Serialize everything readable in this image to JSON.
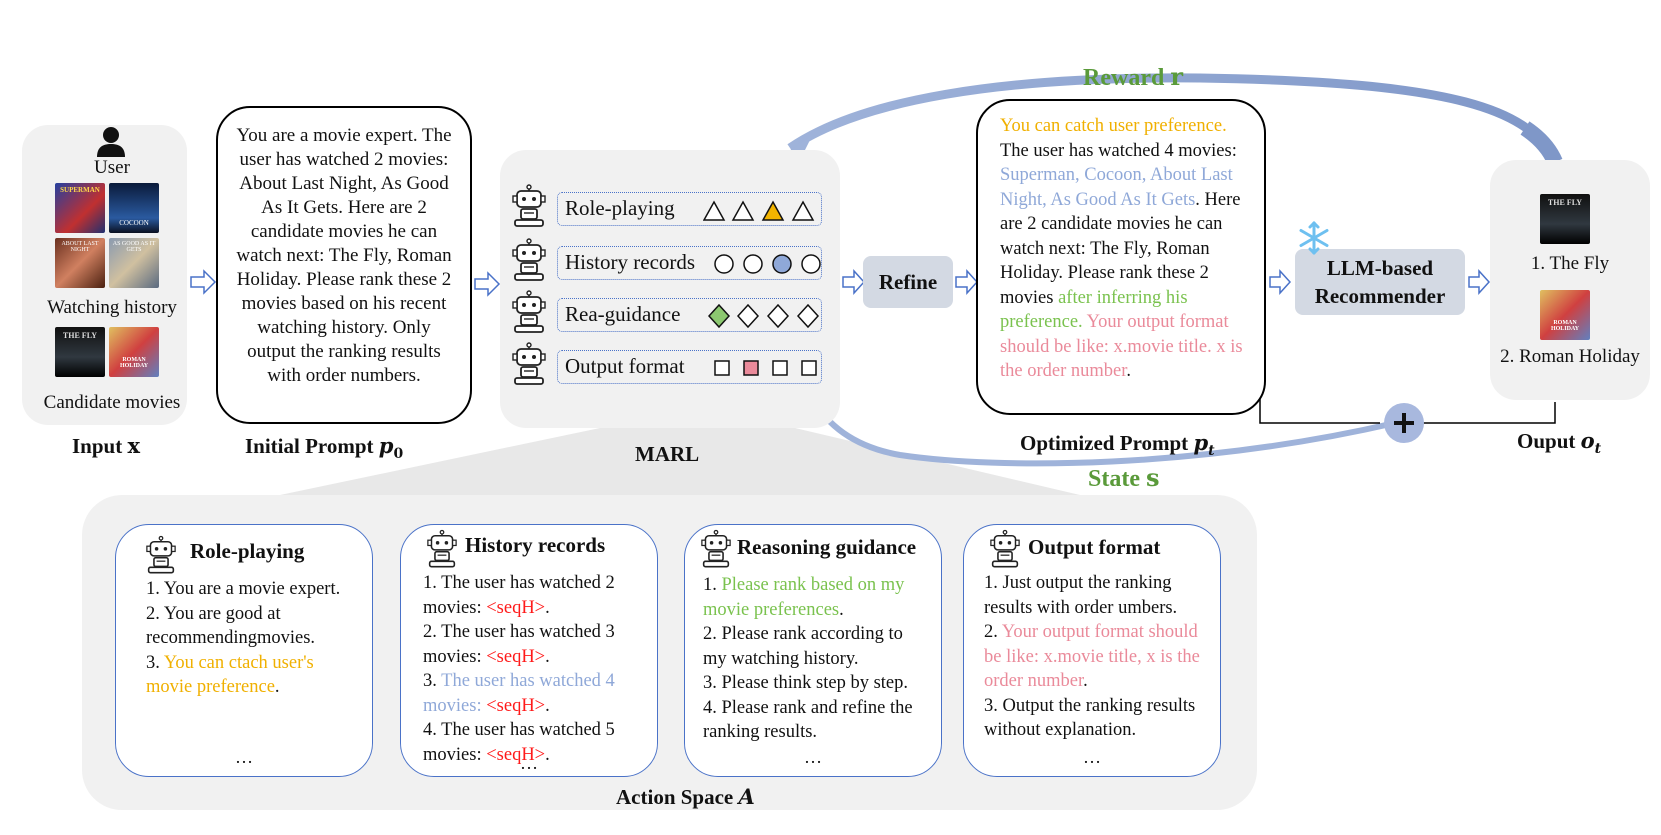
{
  "input": {
    "user_label": "User",
    "watching_label": "Watching history",
    "candidate_label": "Candidate movies",
    "title_text": "Input ",
    "title_var": "x",
    "posters": {
      "superman": "SUPERMAN",
      "cocoon": "COCOON",
      "last_night": "ABOUT LAST NIGHT",
      "good": "AS GOOD AS IT GETS",
      "fly": "THE FLY",
      "holiday": "ROMAN HOLIDAY"
    }
  },
  "initial_prompt": {
    "text": "You are a movie expert. The user has watched 2 movies: About Last Night, As Good As It Gets. Here are 2 candidate movies he can watch next: The Fly, Roman Holiday. Please rank these 2 movies based on his recent watching history. Only output the ranking results with order numbers.",
    "title_text": "Initial Prompt ",
    "title_var": "p",
    "title_sub": "0"
  },
  "marl": {
    "title": "MARL",
    "agents": [
      "Role-playing",
      "History records",
      "Rea-guidance",
      "Output format"
    ]
  },
  "refine_label": "Refine",
  "optimized_prompt": {
    "seg1": "You can catch user preference.",
    "seg2": "The user has watched 4 movies:",
    "seg3": "Superman, Cocoon, About Last Night, As Good As It Gets",
    "seg4": ". Here are 2 candidate movies he can watch next: The Fly, Roman Holiday. Please rank these 2 movies",
    "seg5": "after inferring his preference.",
    "seg6": "Your output format should be like: x.movie title. x is the order number",
    "seg7": ".",
    "title_text": "Optimized Prompt ",
    "title_var": "p",
    "title_sub": "t"
  },
  "llm": {
    "line1": "LLM-based",
    "line2": "Recommender"
  },
  "output": {
    "item1": "1. The Fly",
    "item2": "2. Roman Holiday",
    "title_text": "Ouput ",
    "title_var": "o",
    "title_sub": "t"
  },
  "reward": {
    "text": "Reward ",
    "var": "r"
  },
  "state": {
    "text": "State ",
    "var": "s"
  },
  "action_space": {
    "title_text": "Action Space ",
    "title_var": "A",
    "cards": [
      {
        "title": "Role-playing",
        "l1": "1. You are a movie expert.",
        "l2": "2. You are good at recommendingmovies.",
        "l3a": "3. ",
        "l3b": "You can ctach user's movie preference",
        "l3c": ".",
        "ellipsis": "…"
      },
      {
        "title": "History records",
        "l1a": "1. The user has watched 2 movies: ",
        "l1b": "<seqH>",
        "l1c": ".",
        "l2a": "2. The user has watched 3 movies: ",
        "l2b": "<seqH>",
        "l2c": ".",
        "l3a": "3. ",
        "l3b": "The user has watched 4 movies: ",
        "l3c": "<seqH>",
        "l3d": ".",
        "l4a": "4. The user has watched 5 movies: ",
        "l4b": "<seqH>",
        "l4c": ".",
        "ellipsis": "…"
      },
      {
        "title": "Reasoning guidance",
        "l1a": "1. ",
        "l1b": "Please rank based on my movie preferences",
        "l1c": ".",
        "l2": "2. Please rank according to my watching history.",
        "l3": "3. Please think step by step.",
        "l4": "4. Please rank and refine the ranking results.",
        "ellipsis": "…"
      },
      {
        "title": "Output format",
        "l1": "1. Just output the ranking results with order umbers.",
        "l2a": "2. ",
        "l2b": "Your output format should be like: x.movie title, x is the order number",
        "l2c": ".",
        "l3": "3. Output the ranking results without explanation.",
        "ellipsis": "…"
      }
    ]
  },
  "colors": {
    "yellow": "#f0b000",
    "blue": "#8fa8d8",
    "green": "#7ac24e",
    "pink": "#ea8a9a",
    "red": "#ff1a1a",
    "arrow": "#4a72c8",
    "green_label": "#5a9a3a"
  }
}
